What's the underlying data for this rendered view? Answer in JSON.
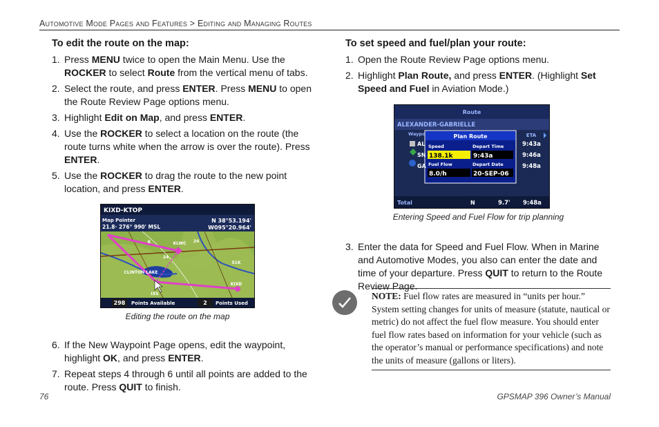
{
  "header": {
    "breadcrumb": "Automotive Mode Pages and Features > Editing and Managing Routes"
  },
  "left": {
    "heading": "To edit the route on the map:",
    "steps_a": [
      {
        "num": "1.",
        "parts": [
          [
            "Press ",
            false
          ],
          [
            "MENU",
            true
          ],
          [
            " twice to open the Main Menu. Use the ",
            false
          ],
          [
            "ROCKER",
            true
          ],
          [
            " to select ",
            false
          ],
          [
            "Route",
            true
          ],
          [
            " from the vertical menu of tabs.",
            false
          ]
        ]
      },
      {
        "num": "2.",
        "parts": [
          [
            "Select the route, and press ",
            false
          ],
          [
            "ENTER",
            true
          ],
          [
            ". Press ",
            false
          ],
          [
            "MENU",
            true
          ],
          [
            " to open the Route Review Page options menu.",
            false
          ]
        ]
      },
      {
        "num": "3.",
        "parts": [
          [
            "Highlight ",
            false
          ],
          [
            "Edit on Map",
            true
          ],
          [
            ", and press ",
            false
          ],
          [
            "ENTER",
            true
          ],
          [
            ".",
            false
          ]
        ]
      },
      {
        "num": "4.",
        "parts": [
          [
            "Use the ",
            false
          ],
          [
            "ROCKER",
            true
          ],
          [
            " to select a location on the route (the route turns white when the arrow is over the route). Press ",
            false
          ],
          [
            "ENTER",
            true
          ],
          [
            ".",
            false
          ]
        ]
      },
      {
        "num": "5.",
        "parts": [
          [
            "Use the ",
            false
          ],
          [
            "ROCKER",
            true
          ],
          [
            " to drag the route to the new point location, and press ",
            false
          ],
          [
            "ENTER",
            true
          ],
          [
            ".",
            false
          ]
        ]
      }
    ],
    "map_caption": "Editing the route on the map",
    "steps_b": [
      {
        "num": "6.",
        "parts": [
          [
            "If the New Waypoint Page opens, edit the waypoint, highlight ",
            false
          ],
          [
            "OK",
            true
          ],
          [
            ", and press ",
            false
          ],
          [
            "ENTER",
            true
          ],
          [
            ".",
            false
          ]
        ]
      },
      {
        "num": "7.",
        "parts": [
          [
            "Repeat steps 4 through 6 until all points are added to the route. Press ",
            false
          ],
          [
            "QUIT",
            true
          ],
          [
            " to finish.",
            false
          ]
        ]
      }
    ]
  },
  "map_screen": {
    "title": "KIXD-KTOP",
    "pointer_label": "Map Pointer",
    "pointer_values": "21.8·  276°   990' MSL",
    "lat": "N  38°53.194'",
    "lon": "W095°20.964'",
    "labels": [
      "KLWC",
      "K",
      "24",
      "24",
      "51K",
      "KIXD",
      "CLINTON LAKE",
      "IXS"
    ],
    "points_available_count": "298",
    "points_available_label": "Points Available",
    "points_used_count": "2",
    "points_used_label": "Points Used"
  },
  "right": {
    "heading": "To set speed and fuel/plan your route:",
    "steps_a": [
      {
        "num": "1.",
        "parts": [
          [
            "Open the Route Review Page options menu.",
            false
          ]
        ]
      },
      {
        "num": "2.",
        "parts": [
          [
            "Highlight ",
            false
          ],
          [
            "Plan Route,",
            true
          ],
          [
            " and press ",
            false
          ],
          [
            "ENTER",
            true
          ],
          [
            ". (Highlight ",
            false
          ],
          [
            "Set Speed and Fuel",
            true
          ],
          [
            " in Aviation Mode.)",
            false
          ]
        ]
      }
    ],
    "route_caption": "Entering Speed and Fuel Flow for trip planning",
    "steps_b": [
      {
        "num": "3.",
        "parts": [
          [
            "Enter the data for Speed and Fuel Flow. When in Marine and Automotive Modes, you also can enter the date and time of your departure. Press ",
            false
          ],
          [
            "QUIT",
            true
          ],
          [
            " to return to the Route Review Page.",
            false
          ]
        ]
      }
    ],
    "note_label": "NOTE:",
    "note_text": " Fuel flow rates are measured in “units per hour.” System setting changes for units of measure (statute, nautical or metric) do not affect the fuel flow measure. You should enter fuel flow rates based on information for your vehicle (such as the operator’s manual or performance specifications) and note the units of measure (gallons or liters)."
  },
  "route_screen": {
    "tab_title": "Route",
    "route_name": "ALEXANDER-GABRIELLE",
    "waypoint_col": "Waypo",
    "row_stubs": [
      "AL",
      "SN",
      "GA"
    ],
    "eta_header": "ETA",
    "eta_values": [
      "9:43a",
      "9:46a",
      "9:48a"
    ],
    "dialog_title": "Plan Route",
    "speed_label": "Speed",
    "speed_value": "138.1k",
    "depart_time_label": "Depart Time",
    "depart_time_value": "9:43a",
    "fuel_flow_label": "Fuel Flow",
    "fuel_flow_value": "8.0/h",
    "depart_date_label": "Depart Date",
    "depart_date_value": "20-SEP-06",
    "total_label": "Total",
    "total_dir": "N",
    "total_dist": "9.7'",
    "total_eta": "9:48a"
  },
  "footer": {
    "page_number": "76",
    "manual_title": "GPSMAP 396 Owner’s Manual"
  },
  "colors": {
    "route_magenta": "#e040c8",
    "map_green": "#8fb24a",
    "screen_navy": "#1a2a55",
    "highlight_yellow": "#f5f000"
  }
}
